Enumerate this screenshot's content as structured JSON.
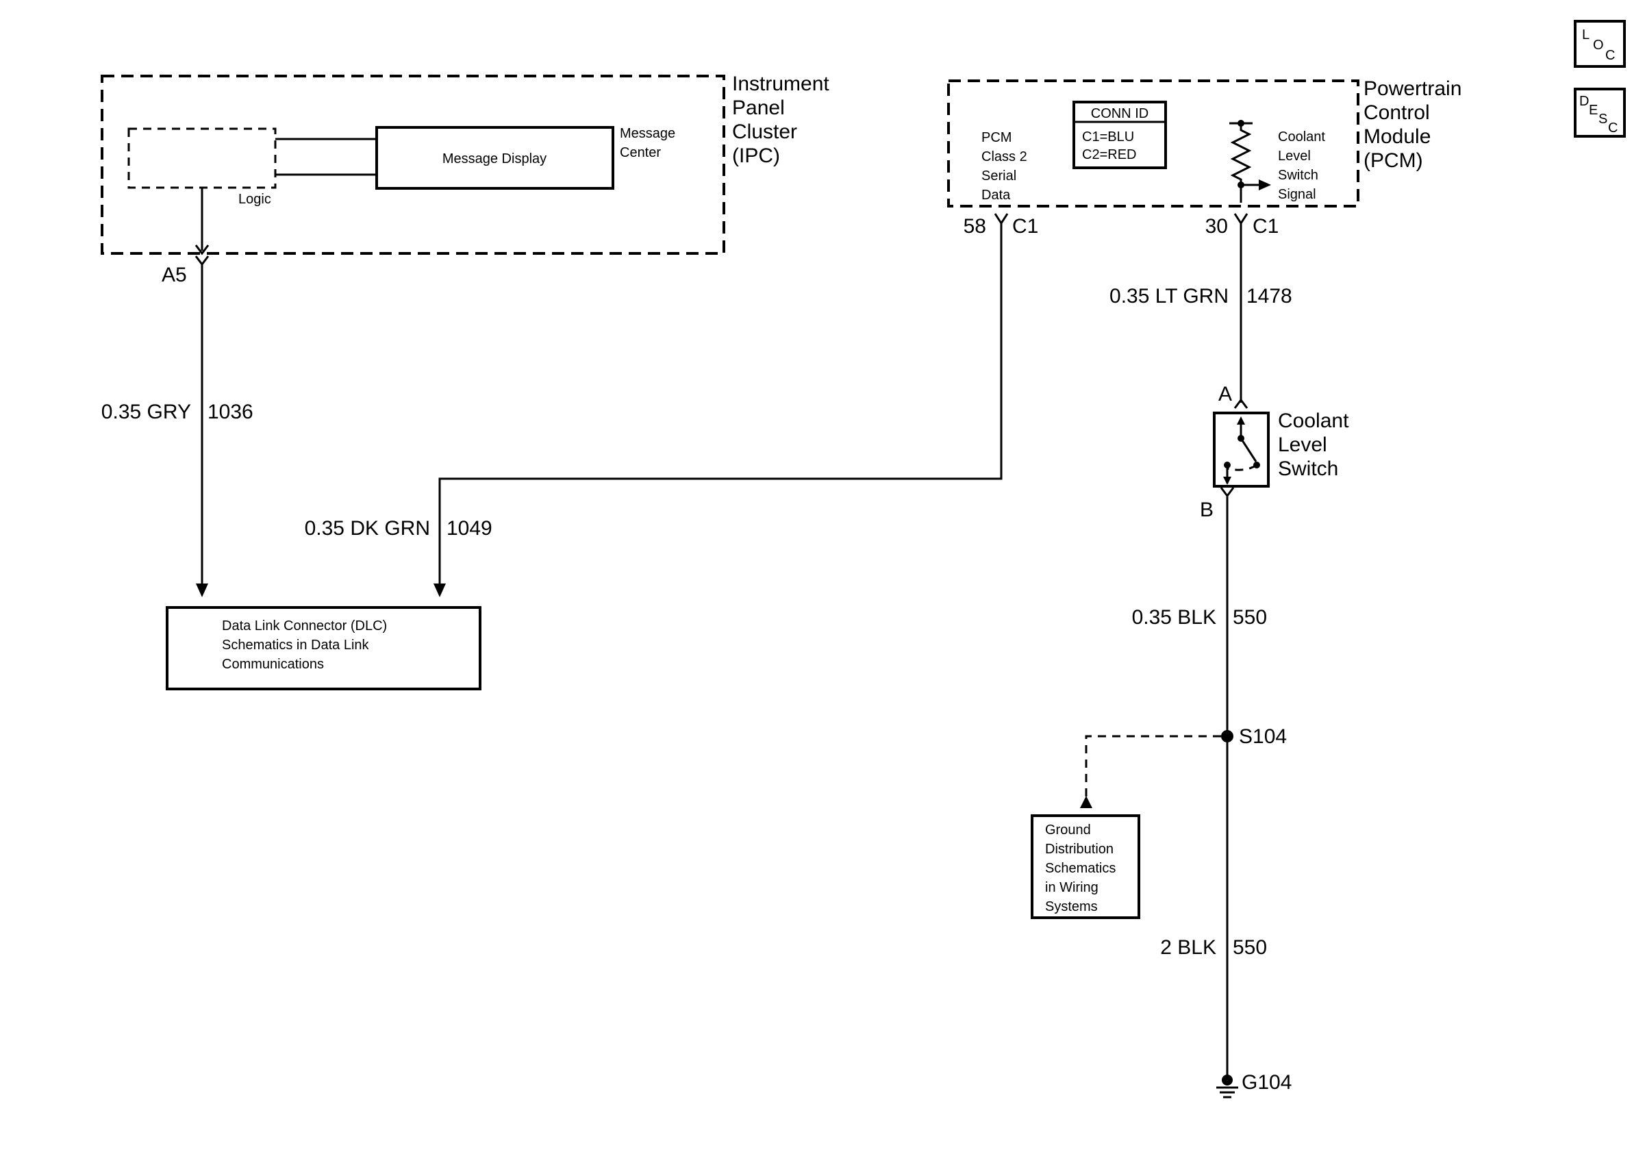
{
  "ipc": {
    "name_lines": [
      "Instrument",
      "Panel",
      "Cluster",
      "(IPC)"
    ],
    "logic_label": "Logic",
    "message_display_label": "Message Display",
    "message_center_lines": [
      "Message",
      "Center"
    ],
    "pin": "A5"
  },
  "pcm": {
    "name_lines": [
      "Powertrain",
      "Control",
      "Module",
      "(PCM)"
    ],
    "serial_lines": [
      "PCM",
      "Class 2",
      "Serial",
      "Data"
    ],
    "conn_id_title": "CONN ID",
    "conn_id_lines": [
      "C1=BLU",
      "C2=RED"
    ],
    "signal_lines": [
      "Coolant",
      "Level",
      "Switch",
      "Signal"
    ],
    "serial_pin": "58",
    "serial_connector": "C1",
    "signal_pin": "30",
    "signal_connector": "C1"
  },
  "wires": {
    "gry": {
      "gauge_color": "0.35 GRY",
      "circuit": "1036"
    },
    "dkgrn": {
      "gauge_color": "0.35 DK GRN",
      "circuit": "1049"
    },
    "ltgrn": {
      "gauge_color": "0.35 LT GRN",
      "circuit": "1478"
    },
    "blk_small": {
      "gauge_color": "0.35 BLK",
      "circuit": "550"
    },
    "blk_big": {
      "gauge_color": "2 BLK",
      "circuit": "550"
    }
  },
  "dlc": {
    "lines": [
      "Data Link Connector (DLC)",
      "Schematics in Data Link",
      "Communications"
    ]
  },
  "coolant_switch": {
    "name_lines": [
      "Coolant",
      "Level",
      "Switch"
    ],
    "pin_a": "A",
    "pin_b": "B"
  },
  "splice": {
    "label": "S104"
  },
  "ground_box": {
    "lines": [
      "Ground",
      "Distribution",
      "Schematics",
      "in Wiring",
      "Systems"
    ]
  },
  "ground": {
    "label": "G104"
  },
  "icons": {
    "loc": {
      "letters": [
        "L",
        "O",
        "C"
      ]
    },
    "desc": {
      "letters": [
        "D",
        "E",
        "S",
        "C"
      ]
    }
  }
}
